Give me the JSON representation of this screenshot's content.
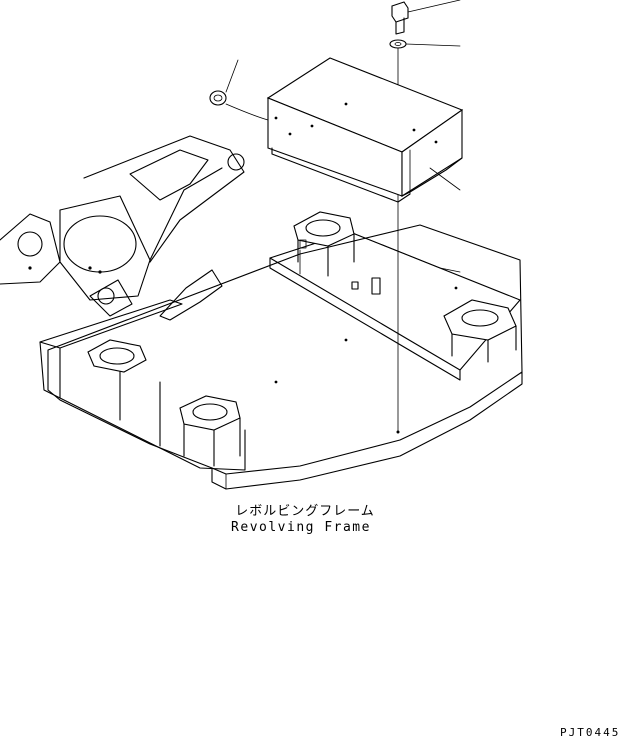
{
  "caption": {
    "japanese": "レボルビングフレーム",
    "english": "Revolving Frame"
  },
  "figure_code": "PJT0445",
  "colors": {
    "line": "#000000",
    "background": "#ffffff"
  }
}
